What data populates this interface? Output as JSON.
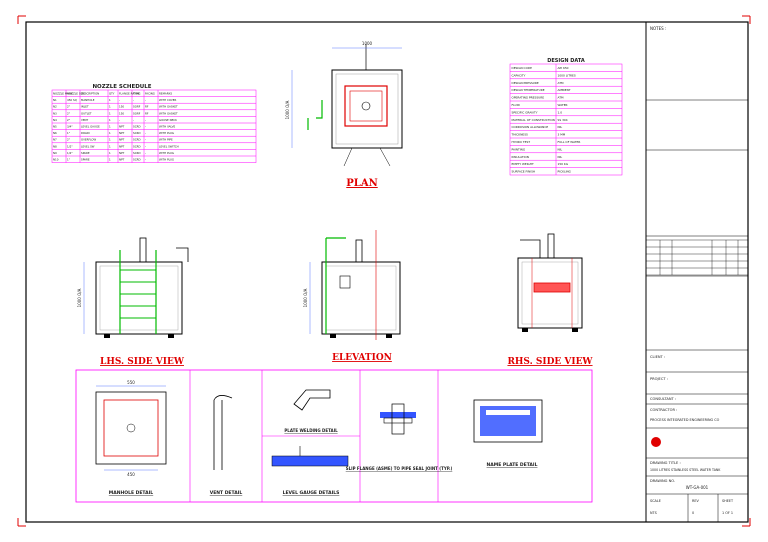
{
  "nozzle_schedule": {
    "title": "NOZZLE SCHEDULE",
    "headers": [
      "NOZZLE MARK",
      "NOZZLE SIZE",
      "DESCRIPTION",
      "QTY",
      "FLANGE RATING",
      "TYPE",
      "FACING",
      "REMARKS"
    ],
    "rows": [
      [
        "N1",
        "450 SQ",
        "MANHOLE",
        "1",
        "-",
        "-",
        "-",
        "WITH COVER"
      ],
      [
        "N2",
        "2\"",
        "INLET",
        "1",
        "150",
        "SORF",
        "RF",
        "WITH GASKET"
      ],
      [
        "N3",
        "2\"",
        "OUTLET",
        "1",
        "150",
        "SORF",
        "RF",
        "WITH GASKET"
      ],
      [
        "N4",
        "2\"",
        "VENT",
        "1",
        "-",
        "-",
        "-",
        "GOOSE NECK"
      ],
      [
        "N5",
        "3/4\"",
        "LEVEL GAUGE",
        "1",
        "NPT",
        "SCRD",
        "-",
        "WITH VALVE"
      ],
      [
        "N6",
        "1\"",
        "DRAIN",
        "1",
        "NPT",
        "SCRD",
        "-",
        "WITH PLUG"
      ],
      [
        "N7",
        "2\"",
        "OVERFLOW",
        "1",
        "NPT",
        "SCRD",
        "-",
        "WITH PIPE"
      ],
      [
        "N8",
        "1/2\"",
        "LEVEL SW",
        "1",
        "NPT",
        "SCRD",
        "-",
        "LEVEL SWITCH"
      ],
      [
        "N9",
        "1/2\"",
        "SPARE",
        "1",
        "NPT",
        "SCRD",
        "-",
        "WITH PLUG"
      ],
      [
        "N10",
        "1\"",
        "SPARE",
        "1",
        "NPT",
        "SCRD",
        "-",
        "WITH PLUG"
      ]
    ]
  },
  "design_data": {
    "title": "DESIGN DATA",
    "rows": [
      [
        "DESIGN CODE",
        "API 650"
      ],
      [
        "CAPACITY",
        "1000 LITRES"
      ],
      [
        "DESIGN PRESSURE",
        "ATM"
      ],
      [
        "DESIGN TEMPERATURE",
        "AMBIENT"
      ],
      [
        "OPERATING PRESSURE",
        "ATM"
      ],
      [
        "FLUID",
        "WATER"
      ],
      [
        "SPECIFIC GRAVITY",
        "1.0"
      ],
      [
        "MATERIAL OF CONSTRUCTION",
        "SS 304"
      ],
      [
        "CORROSION ALLOWANCE",
        "NIL"
      ],
      [
        "THICKNESS",
        "3 MM"
      ],
      [
        "HYDRO TEST",
        "FULL OF WATER"
      ],
      [
        "PAINTING",
        "NIL"
      ],
      [
        "INSULATION",
        "NIL"
      ],
      [
        "EMPTY WEIGHT",
        "150 KG"
      ],
      [
        "SURFACE FINISH",
        "PICKLING"
      ]
    ]
  },
  "titles": {
    "plan": "PLAN",
    "lhs": "LHS. SIDE VIEW",
    "elevation": "ELEVATION",
    "rhs": "RHS. SIDE VIEW",
    "manhole": "MANHOLE DETAIL",
    "vent": "VENT DETAIL",
    "plate_welding": "PLATE WELDING DETAIL",
    "level_gauge": "LEVEL GAUGE DETAILS",
    "flange": "SLIP FLANGE (ASME) TO PIPE SEAL JOINT (TYP.)",
    "name_plate": "NAME PLATE DETAIL"
  },
  "dims": {
    "plan_overall": "1000",
    "plan_side": "1000 O/A",
    "height": "1000 O/A",
    "manhole_w": "450",
    "manhole_o": "550"
  },
  "title_block": {
    "notes_label": "NOTES :",
    "client_label": "CLIENT :",
    "project_label": "PROJECT :",
    "consultant_label": "CONSULTANT :",
    "contractor_label": "CONTRACTOR :",
    "contractor_name": "PROCESS INTEGRATED ENGINEERING CO",
    "title_label": "DRAWING TITLE :",
    "title_text": "1000 LITRES STAINLESS STEEL WATER TANK",
    "dwg_no_label": "DRAWING NO.",
    "dwg_no": "WT-GA-001",
    "scale_label": "SCALE",
    "scale": "NTS",
    "rev_label": "REV",
    "rev": "0",
    "sheet_label": "SHEET",
    "sheet": "1 OF 1"
  },
  "colors": {
    "frame": "#000000",
    "detail_border": "#ff00ff",
    "title_red": "#e00000",
    "pipe_green": "#00bb00",
    "dim_blue": "#3355ff"
  }
}
